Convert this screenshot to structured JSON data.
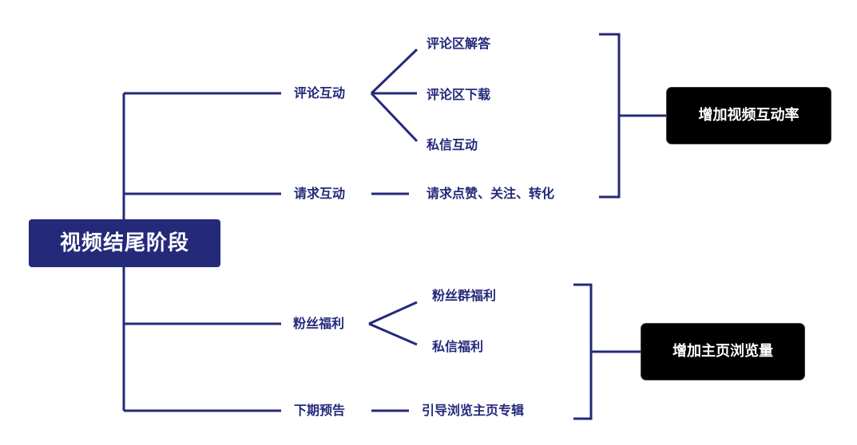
{
  "root": {
    "label": "视频结尾阶段"
  },
  "branches": [
    {
      "label": "评论互动"
    },
    {
      "label": "请求互动"
    },
    {
      "label": "粉丝福利"
    },
    {
      "label": "下期预告"
    }
  ],
  "leaves": [
    {
      "label": "评论区解答"
    },
    {
      "label": "评论区下载"
    },
    {
      "label": "私信互动"
    },
    {
      "label": "请求点赞、关注、转化"
    },
    {
      "label": "粉丝群福利"
    },
    {
      "label": "私信福利"
    },
    {
      "label": "引导浏览主页专辑"
    }
  ],
  "goals": [
    {
      "label": "增加视频互动率"
    },
    {
      "label": "增加主页浏览量"
    }
  ],
  "colors": {
    "primary": "#24297a",
    "goal_bg": "#000000",
    "text_light": "#ffffff"
  }
}
